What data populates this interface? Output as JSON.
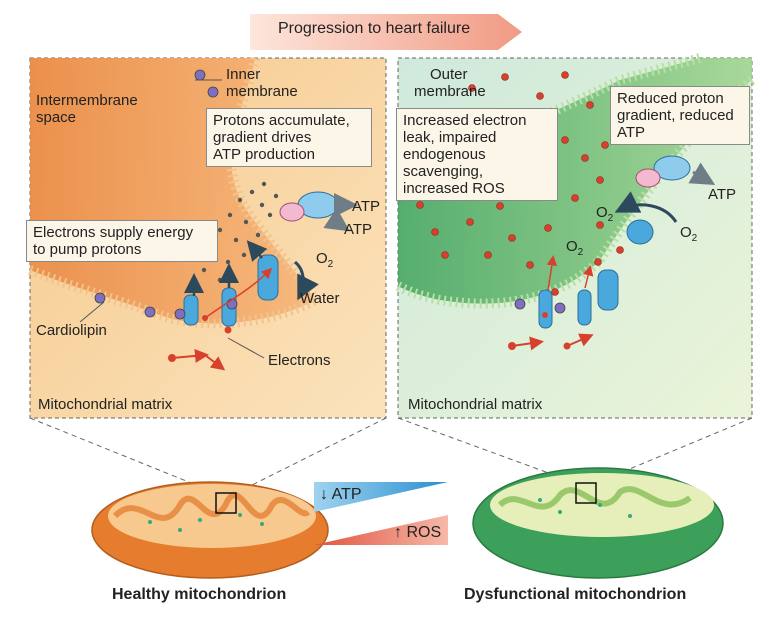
{
  "header": {
    "progression_label": "Progression to heart failure"
  },
  "healthy_panel": {
    "intermembrane_space": [
      "Intermembrane",
      "space"
    ],
    "inner_membrane": [
      "Inner",
      "membrane"
    ],
    "protons_box": [
      "Protons accumulate,",
      "gradient drives",
      "ATP production"
    ],
    "electrons_box": [
      "Electrons supply energy",
      "to pump protons"
    ],
    "atp_1": "ATP",
    "atp_2": "ATP",
    "o2": "O",
    "o2_sub": "2",
    "water": "Water",
    "cardiolipin": "Cardiolipin",
    "electrons": "Electrons",
    "matrix": "Mitochondrial matrix"
  },
  "dysfunctional_panel": {
    "outer_membrane": [
      "Outer",
      "membrane"
    ],
    "leak_box": [
      "Increased electron",
      "leak, impaired",
      "endogenous",
      "scavenging,",
      "increased ROS"
    ],
    "reduced_box": [
      "Reduced proton",
      "gradient, reduced",
      "ATP"
    ],
    "atp": "ATP",
    "o2_a": "O",
    "o2_a_sub": "2",
    "o2_b": "O",
    "o2_b_sub": "2",
    "o2_c": "O",
    "o2_c_sub": "2",
    "matrix": "Mitochondrial matrix"
  },
  "comparison": {
    "atp": "↓ ATP",
    "ros": "↑ ROS"
  },
  "captions": {
    "healthy": "Healthy mitochondrion",
    "dysfunctional": "Dysfunctional mitochondrion"
  },
  "colors": {
    "healthy_bg": "#f8d9a6",
    "healthy_membrane": "#ec8a3f",
    "dysfunctional_bg": "#d6ebd0",
    "dysfunctional_membrane": "#5bb56a",
    "atp_blue": "#4aa8dc",
    "ros_red": "#e35a4a"
  }
}
